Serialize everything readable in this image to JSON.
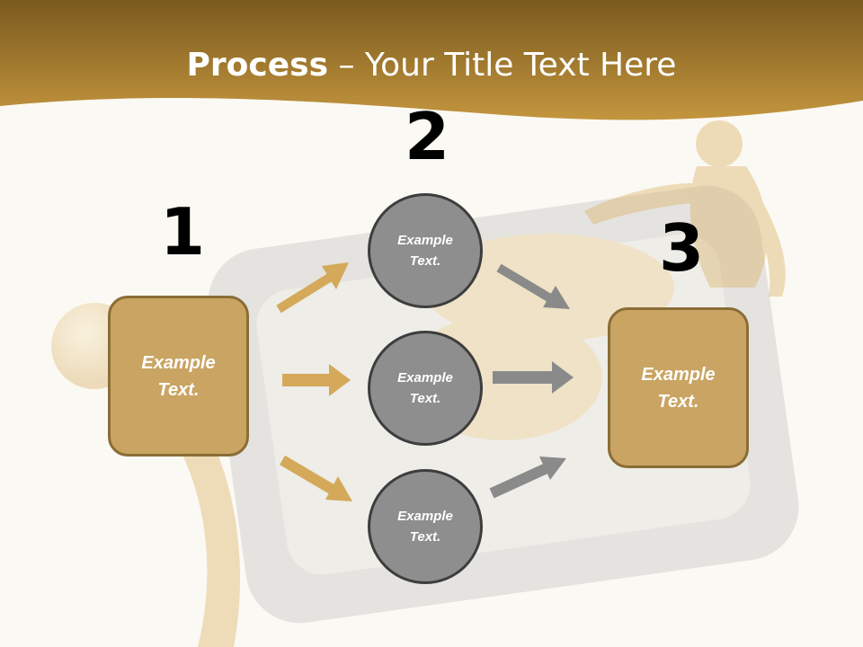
{
  "title": {
    "bold": "Process",
    "rest": " – Your Title Text Here"
  },
  "colors": {
    "header": "#a97d2a",
    "box": "#c9a463",
    "circle": "#8e8e8e",
    "gold_arrow": "#d4a95a",
    "gray_arrow": "#8a8a8a"
  },
  "steps": {
    "one": {
      "number": "1",
      "box_text": "Example Text."
    },
    "two": {
      "number": "2",
      "circles": [
        {
          "text": "Example Text."
        },
        {
          "text": "Example Text."
        },
        {
          "text": "Example Text."
        }
      ]
    },
    "three": {
      "number": "3",
      "box_text": "Example Text."
    }
  }
}
